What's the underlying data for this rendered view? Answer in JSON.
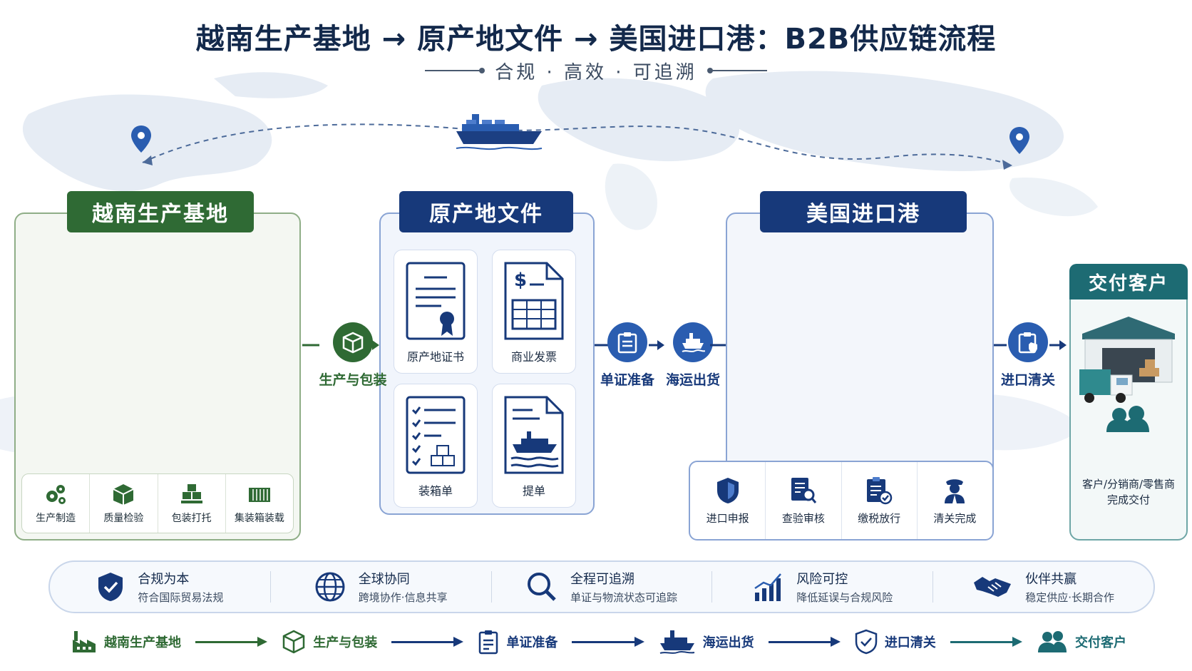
{
  "header": {
    "title": "越南生产基地 → 原产地文件 → 美国进口港：B2B供应链流程",
    "subtitle": "合规 · 高效 · 可追溯"
  },
  "colors": {
    "green": "#2f6a34",
    "navy": "#17397a",
    "teal": "#1d6b73",
    "blue": "#2a5db0"
  },
  "factory_panel": {
    "title": "越南生产基地",
    "tools": [
      {
        "label": "生产制造",
        "icon": "gears-icon"
      },
      {
        "label": "质量检验",
        "icon": "box-check-icon"
      },
      {
        "label": "包装打托",
        "icon": "pallet-icon"
      },
      {
        "label": "集装箱装载",
        "icon": "container-icon"
      }
    ]
  },
  "docs_panel": {
    "title": "原产地文件",
    "docs": [
      {
        "label": "原产地证书",
        "icon": "certificate-icon"
      },
      {
        "label": "商业发票",
        "icon": "invoice-icon"
      },
      {
        "label": "装箱单",
        "icon": "packing-list-icon"
      },
      {
        "label": "提单",
        "icon": "bill-of-lading-icon"
      }
    ]
  },
  "port_panel": {
    "title": "美国进口港",
    "customs": [
      {
        "label": "进口申报",
        "icon": "shield-icon"
      },
      {
        "label": "查验审核",
        "icon": "document-search-icon"
      },
      {
        "label": "缴税放行",
        "icon": "tax-check-icon"
      },
      {
        "label": "清关完成",
        "icon": "officer-icon"
      }
    ]
  },
  "delivery_panel": {
    "title": "交付客户",
    "line1": "客户/分销商/零售商",
    "line2": "完成交付"
  },
  "steps": {
    "produce": "生产与包装",
    "docs_prep": "单证准备",
    "shipping": "海运出货",
    "clearance": "进口清关"
  },
  "values": [
    {
      "title": "合规为本",
      "sub": "符合国际贸易法规",
      "icon": "shield-check-icon"
    },
    {
      "title": "全球协同",
      "sub": "跨境协作·信息共享",
      "icon": "globe-icon"
    },
    {
      "title": "全程可追溯",
      "sub": "单证与物流状态可追踪",
      "icon": "magnifier-icon"
    },
    {
      "title": "风险可控",
      "sub": "降低延误与合规风险",
      "icon": "bar-chart-icon"
    },
    {
      "title": "伙伴共赢",
      "sub": "稳定供应·长期合作",
      "icon": "handshake-icon"
    }
  ],
  "flow": [
    {
      "label": "越南生产基地",
      "icon": "factory-icon",
      "color": "#2f6a34"
    },
    {
      "label": "生产与包装",
      "icon": "package-icon",
      "color": "#2f6a34"
    },
    {
      "label": "单证准备",
      "icon": "clipboard-icon",
      "color": "#17397a"
    },
    {
      "label": "海运出货",
      "icon": "ship-icon",
      "color": "#17397a"
    },
    {
      "label": "进口清关",
      "icon": "shield-icon",
      "color": "#17397a"
    },
    {
      "label": "交付客户",
      "icon": "users-icon",
      "color": "#1d6b73"
    }
  ]
}
